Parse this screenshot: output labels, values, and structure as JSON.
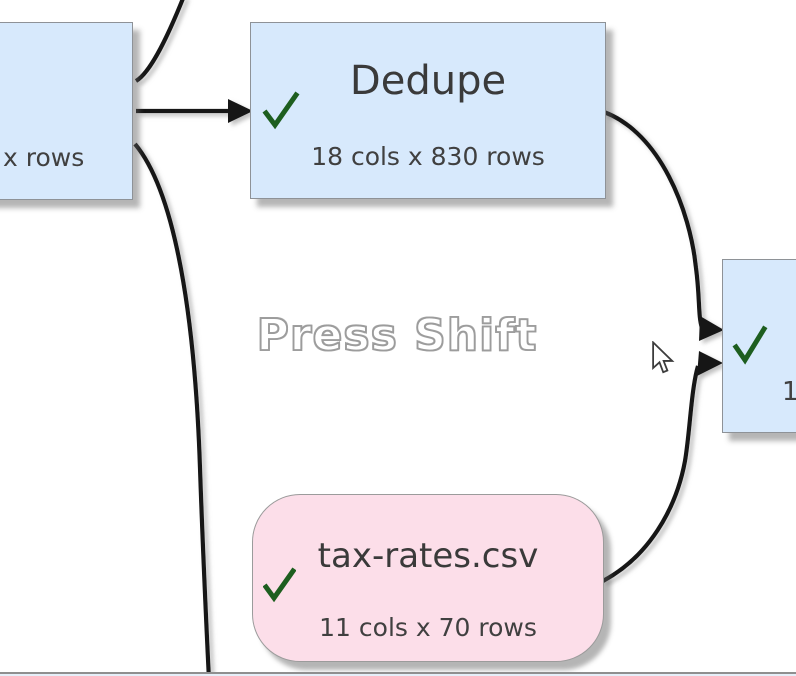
{
  "canvas": {
    "watermark_hint": "Press Shift",
    "background": "#ffffff"
  },
  "nodes": {
    "left_partial": {
      "kind": "transform-node-clipped-left",
      "subtitle_visible": "x rows",
      "fill": "#d7e9fc"
    },
    "dedupe": {
      "kind": "transform-node",
      "title": "Dedupe",
      "subtitle": "18 cols x 830 rows",
      "status_icon": "green-checkmark",
      "fill": "#d7e9fc"
    },
    "right_partial": {
      "kind": "transform-node-clipped-right",
      "subtitle_visible": "1",
      "status_icon": "green-checkmark",
      "fill": "#d7e9fc"
    },
    "tax_rates": {
      "kind": "input-file-node",
      "title": "tax-rates.csv",
      "subtitle": "11 cols x 70 rows",
      "status_icon": "green-checkmark",
      "fill": "#fcdee9"
    }
  },
  "edges": [
    {
      "from": "left-partial-node",
      "to": "offscreen-top"
    },
    {
      "from": "left-partial-node",
      "to": "dedupe-node",
      "arrowhead": true
    },
    {
      "from": "left-partial-node",
      "to": "offscreen-bottom"
    },
    {
      "from": "dedupe-node",
      "to": "right-partial-node",
      "arrowhead": true
    },
    {
      "from": "tax-rates-node",
      "to": "right-partial-node",
      "arrowhead": true
    }
  ],
  "colors": {
    "node_blue": "#d7e9fc",
    "node_pink": "#fcdee9",
    "node_border": "#8e9297",
    "edge": "#181818",
    "checkmark_green": "#1d5e1f",
    "node_text": "#3d3d3d",
    "watermark_outline": "#9c9c9c"
  },
  "cursor": {
    "icon": "arrow-pointer"
  }
}
